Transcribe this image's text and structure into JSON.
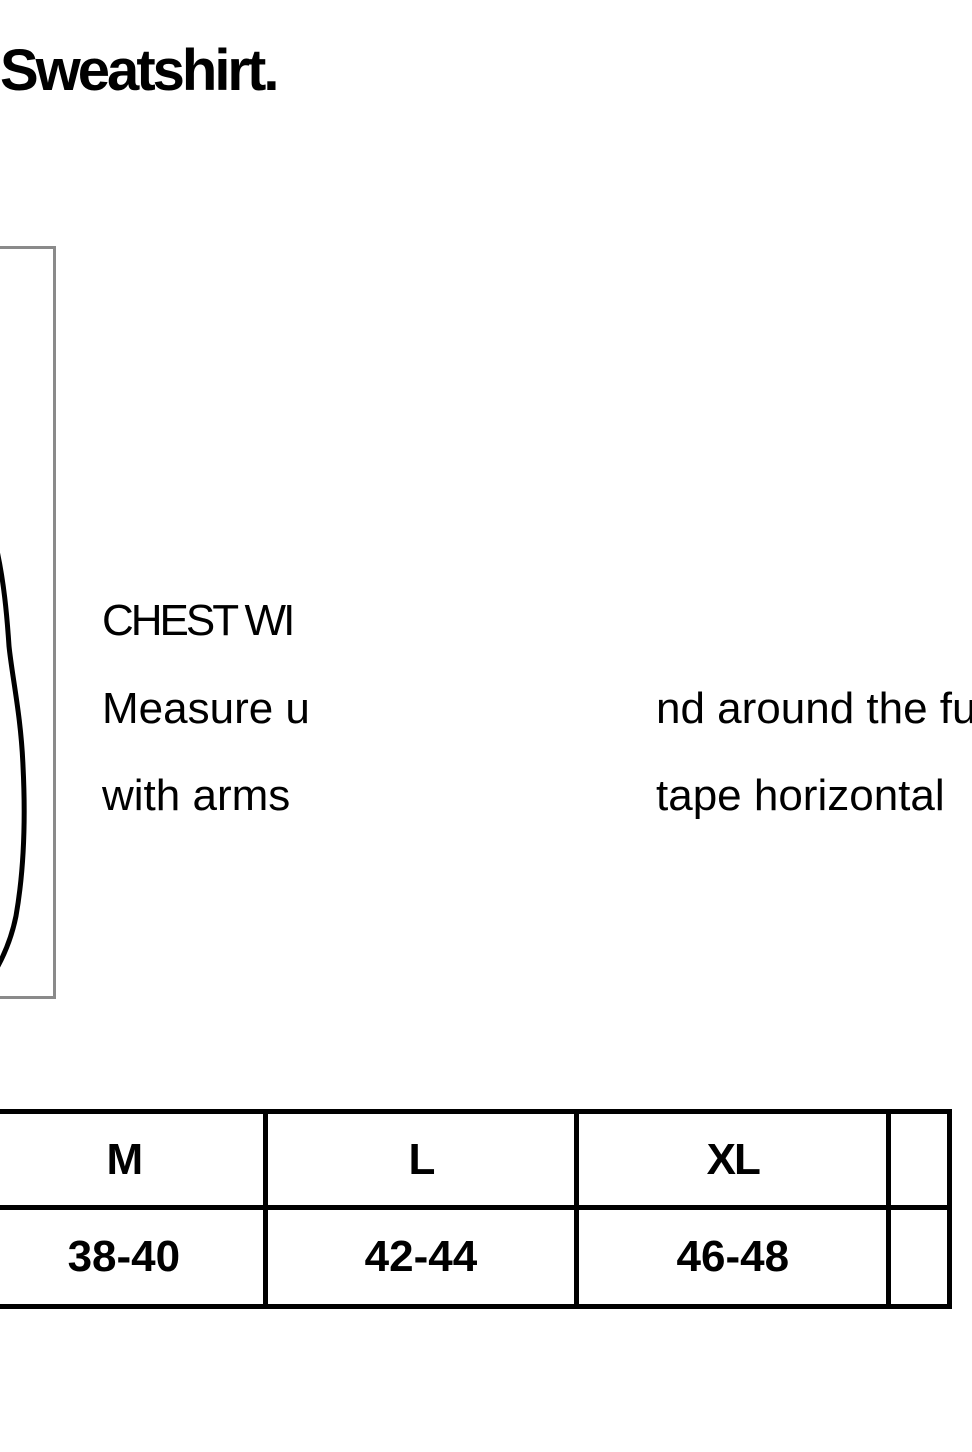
{
  "title": "Sweatshirt.",
  "measure": {
    "heading": "CHEST WI",
    "line1_left": "Measure u",
    "line1_right": "nd around the fu",
    "line2_left": "with arms",
    "line2_right": "tape horizontal"
  },
  "size_table": {
    "sizes": [
      "M",
      "L",
      "XL",
      ""
    ],
    "chest": [
      "38-40",
      "42-44",
      "46-48",
      ""
    ]
  },
  "colors": {
    "frame": "#8a8a8a",
    "ink": "#000000"
  }
}
